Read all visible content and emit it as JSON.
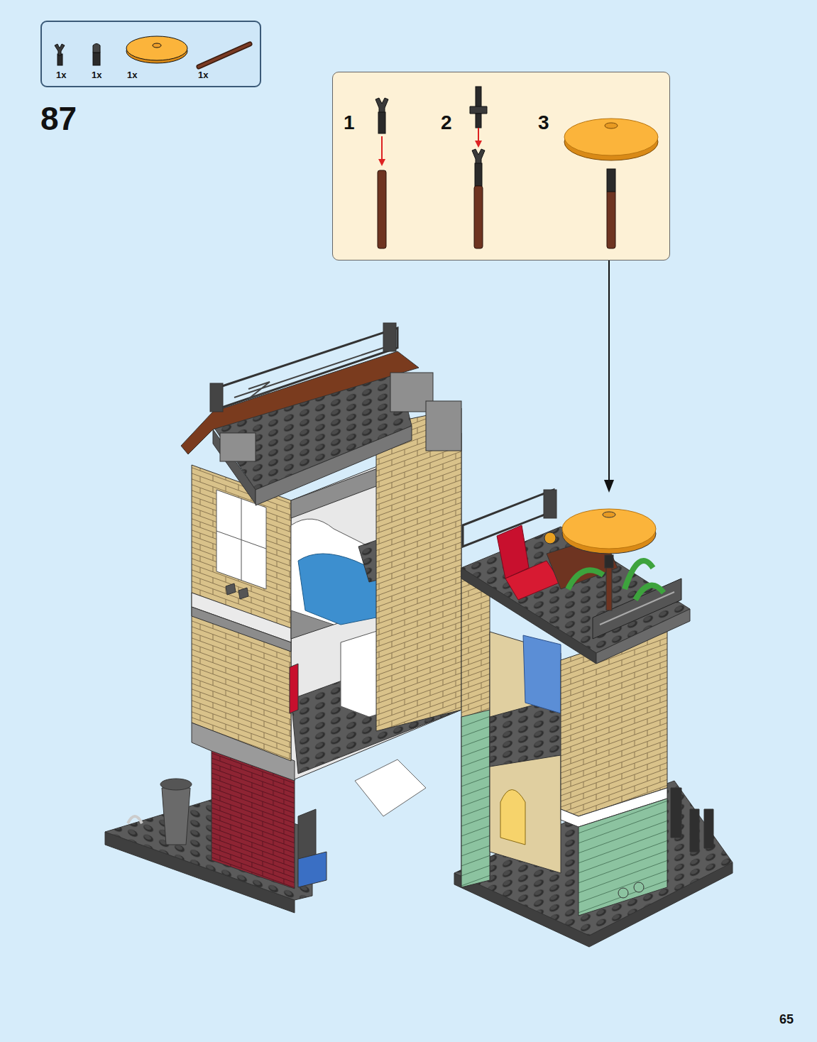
{
  "diagram": {
    "nodes": [
      {
        "text": [
          "1x",
          "1x",
          "1x",
          "1x"
        ]
      },
      {
        "text": [
          "1",
          "2",
          "3"
        ]
      }
    ],
    "labels": [
      "87",
      "65"
    ]
  }
}
